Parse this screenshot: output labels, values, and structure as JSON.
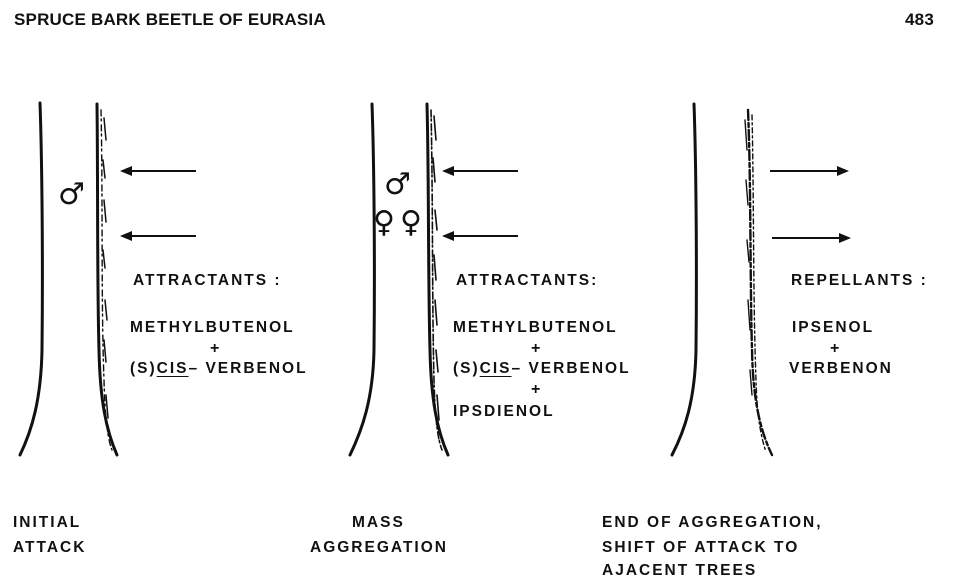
{
  "header": {
    "title": "SPRUCE BARK BEETLE OF EURASIA",
    "page_number": "483"
  },
  "symbols": {
    "male": "♂",
    "female": "♀"
  },
  "panels": [
    {
      "heading": "ATTRACTANTS :",
      "line1": "METHYLBUTENOL",
      "plus1": "+",
      "line2_prefix": "(S)",
      "line2_underlined": "CIS",
      "line2_suffix": "– VERBENOL",
      "caption_line1": "INITIAL",
      "caption_line2": "ATTACK"
    },
    {
      "heading": "ATTRACTANTS:",
      "line1": "METHYLBUTENOL",
      "plus1": "+",
      "line2_prefix": "(S)",
      "line2_underlined": "CIS",
      "line2_suffix": "– VERBENOL",
      "plus2": "+",
      "line3": "IPSDIENOL",
      "caption_line1": "MASS",
      "caption_line2": "AGGREGATION"
    },
    {
      "heading": "REPELLANTS :",
      "line1": "IPSENOL",
      "plus1": "+",
      "line2": "VERBENON",
      "caption_line1": "END OF AGGREGATION,",
      "caption_line2": "SHIFT OF  ATTACK TO",
      "caption_line3": "AJACENT TREES"
    }
  ]
}
